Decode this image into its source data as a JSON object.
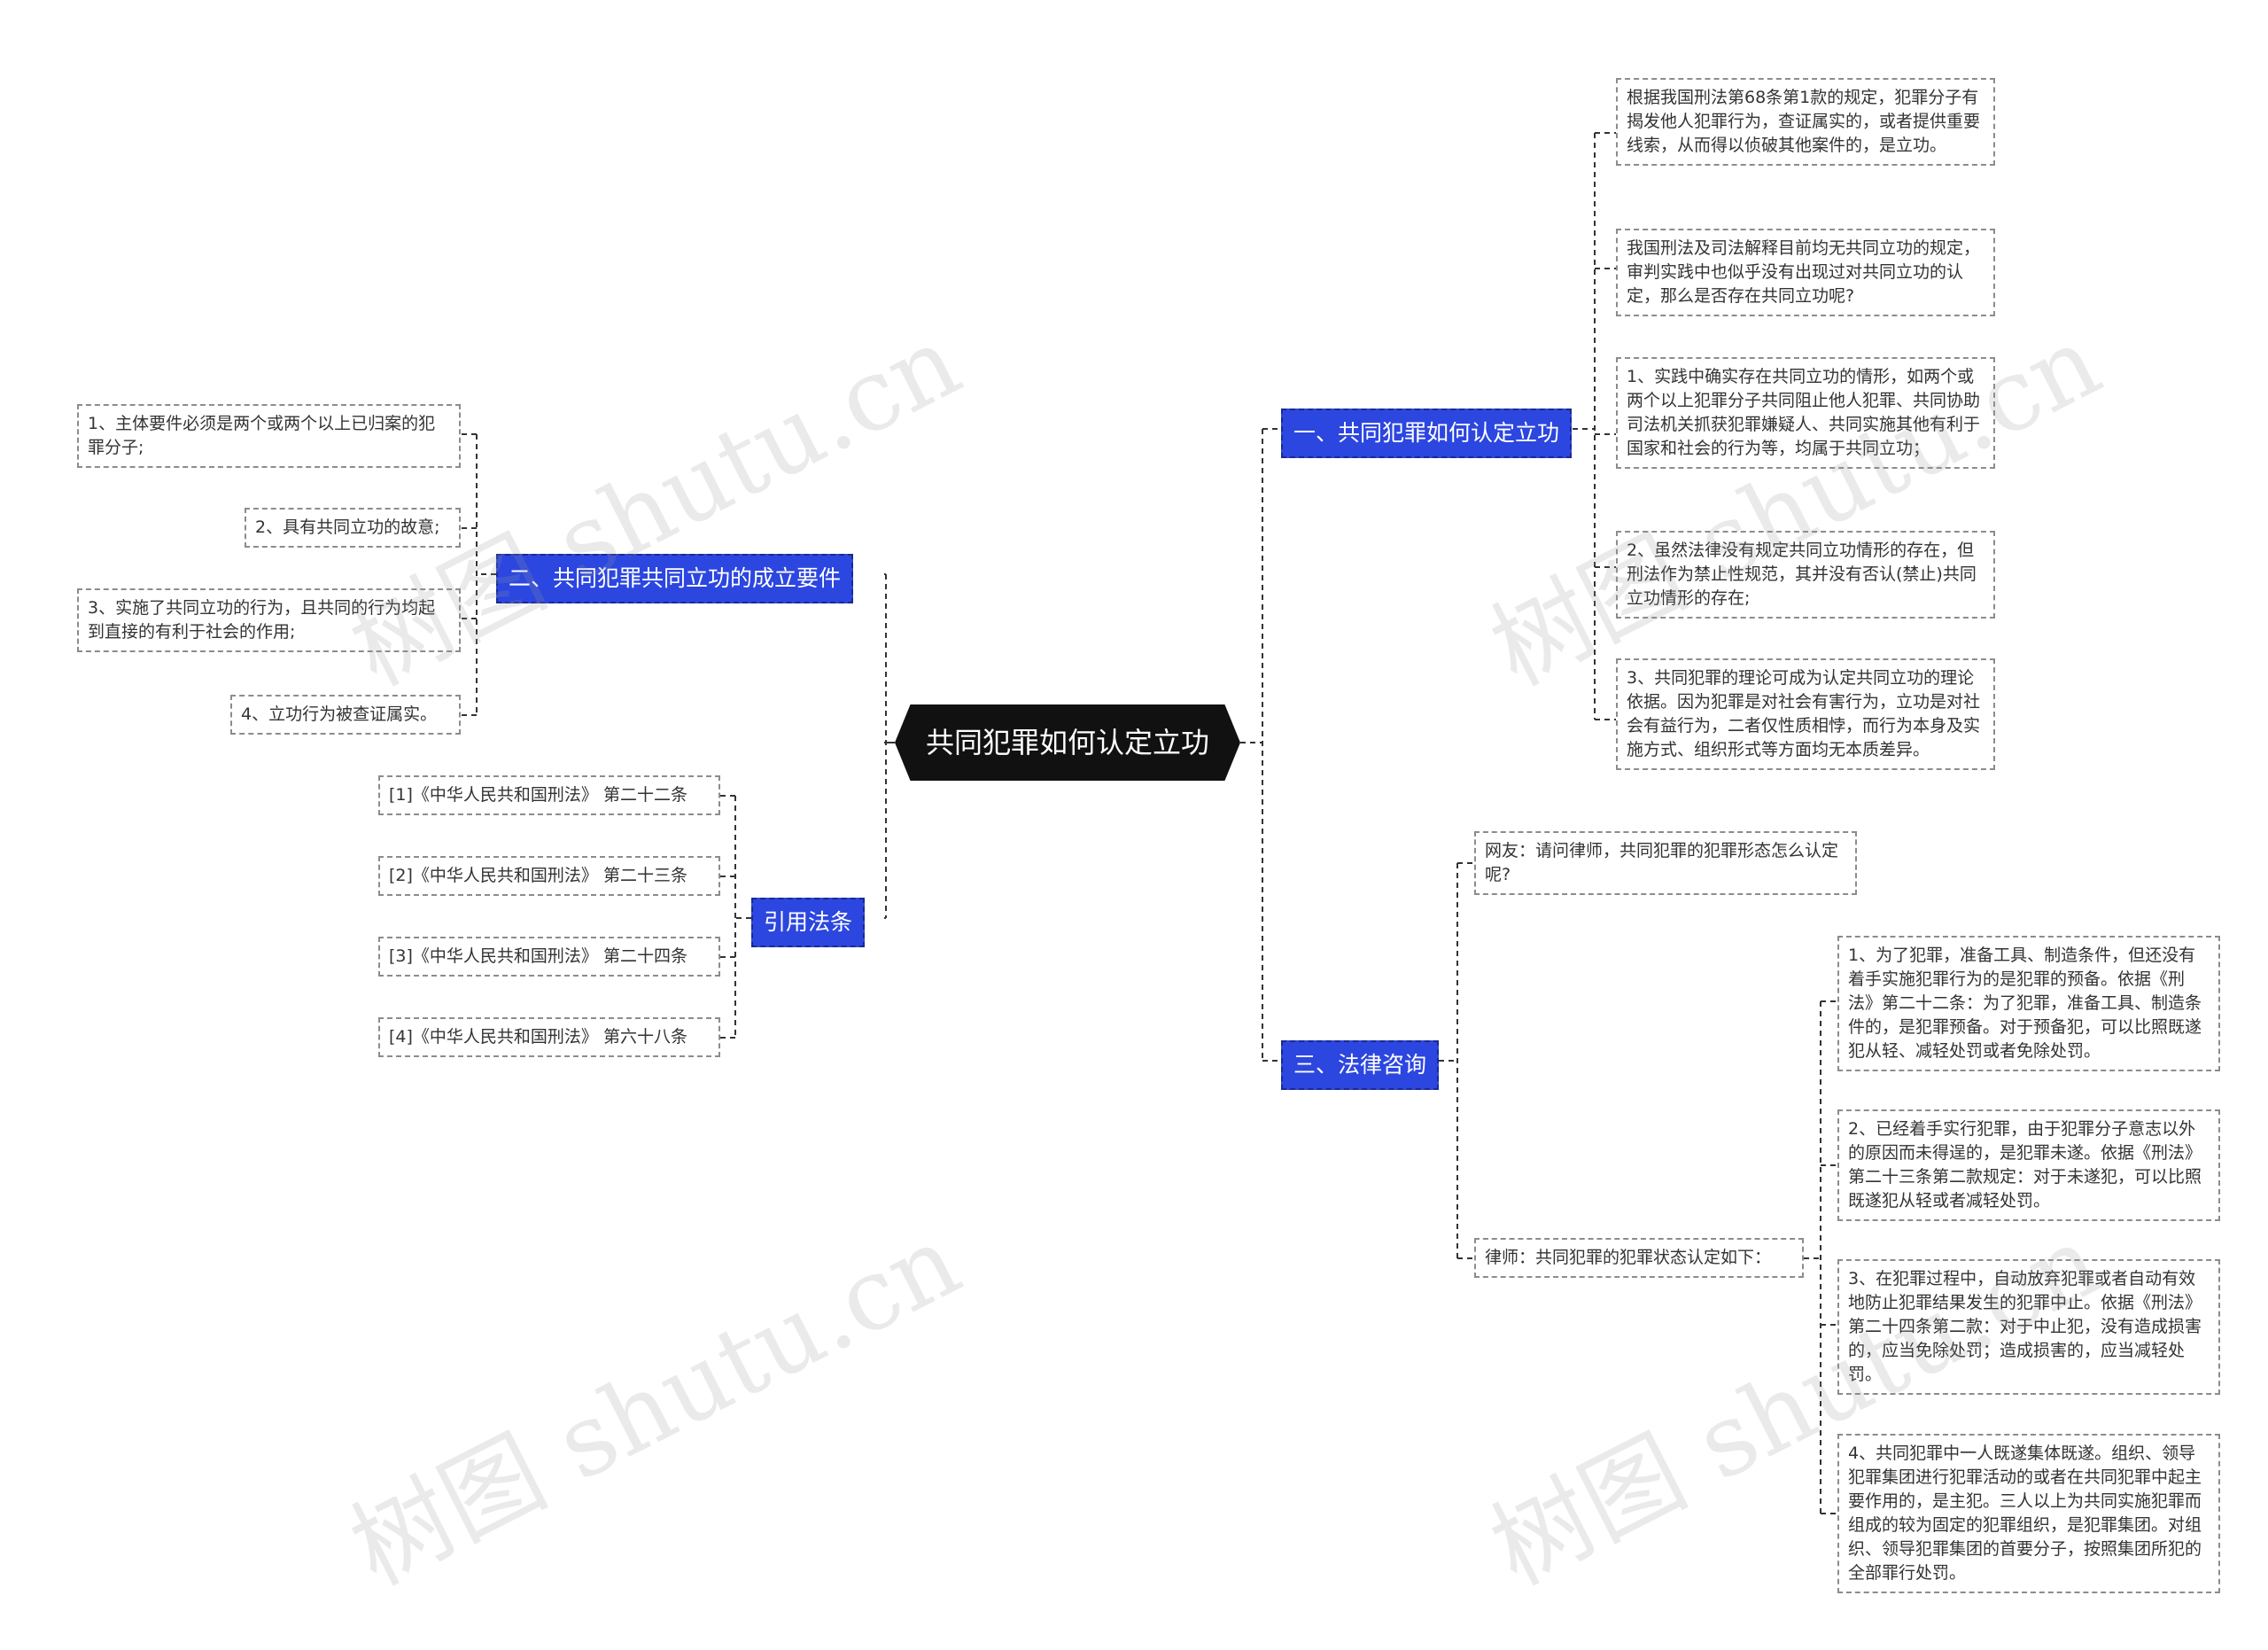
{
  "root": {
    "label": "共同犯罪如何认定立功"
  },
  "branches": {
    "b1": "一、共同犯罪如何认定立功",
    "b2": "二、共同犯罪共同立功的成立要件",
    "b3": "引用法条",
    "b4": "三、法律咨询"
  },
  "b1_items": [
    "根据我国刑法第68条第1款的规定，犯罪分子有揭发他人犯罪行为，查证属实的，或者提供重要线索，从而得以侦破其他案件的，是立功。",
    "我国刑法及司法解释目前均无共同立功的规定，审判实践中也似乎没有出现过对共同立功的认定，那么是否存在共同立功呢?",
    "1、实践中确实存在共同立功的情形，如两个或两个以上犯罪分子共同阻止他人犯罪、共同协助司法机关抓获犯罪嫌疑人、共同实施其他有利于国家和社会的行为等，均属于共同立功；",
    "2、虽然法律没有规定共同立功情形的存在，但刑法作为禁止性规范，其并没有否认(禁止)共同立功情形的存在;",
    "3、共同犯罪的理论可成为认定共同立功的理论依据。因为犯罪是对社会有害行为，立功是对社会有益行为，二者仅性质相悖，而行为本身及实施方式、组织形式等方面均无本质差异。"
  ],
  "b2_items": [
    "1、主体要件必须是两个或两个以上已归案的犯罪分子;",
    "2、具有共同立功的故意;",
    "3、实施了共同立功的行为，且共同的行为均起到直接的有利于社会的作用;",
    "4、立功行为被查证属实。"
  ],
  "b3_items": [
    "[1]《中华人民共和国刑法》 第二十二条",
    "[2]《中华人民共和国刑法》 第二十三条",
    "[3]《中华人民共和国刑法》 第二十四条",
    "[4]《中华人民共和国刑法》 第六十八条"
  ],
  "b4": {
    "question": "网友：请问律师，共同犯罪的犯罪形态怎么认定呢?",
    "answer": "律师：共同犯罪的犯罪状态认定如下：",
    "answer_items": [
      "1、为了犯罪，准备工具、制造条件，但还没有着手实施犯罪行为的是犯罪的预备。依据《刑法》第二十二条：为了犯罪，准备工具、制造条件的，是犯罪预备。对于预备犯，可以比照既遂犯从轻、减轻处罚或者免除处罚。",
      "2、已经着手实行犯罪，由于犯罪分子意志以外的原因而未得逞的，是犯罪未遂。依据《刑法》第二十三条第二款规定：对于未遂犯，可以比照既遂犯从轻或者减轻处罚。",
      "3、在犯罪过程中，自动放弃犯罪或者自动有效地防止犯罪结果发生的犯罪中止。依据《刑法》第二十四条第二款：对于中止犯，没有造成损害的，应当免除处罚；造成损害的，应当减轻处罚。",
      "4、共同犯罪中一人既遂集体既遂。组织、领导犯罪集团进行犯罪活动的或者在共同犯罪中起主要作用的，是主犯。三人以上为共同实施犯罪而组成的较为固定的犯罪组织，是犯罪集团。对组织、领导犯罪集团的首要分子，按照集团所犯的全部罪行处罚。"
    ]
  },
  "watermark": "树图 shutu.cn",
  "colors": {
    "branch_fill": "#2c46e0",
    "root_fill": "#111111",
    "connector": "#333333",
    "leaf_border": "#8c8c8c"
  }
}
